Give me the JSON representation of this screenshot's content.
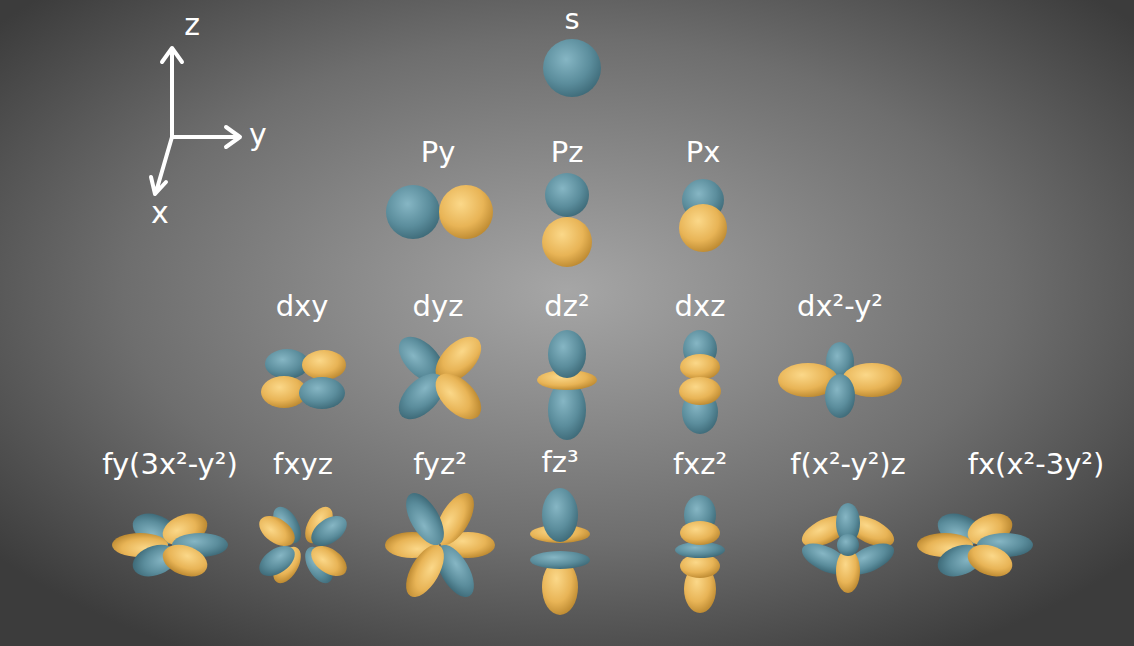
{
  "diagram": {
    "labels": [
      "z",
      "y",
      "x",
      "s",
      "Py",
      "Pz",
      "Px",
      "dxy",
      "dyz",
      "dz²",
      "dxz",
      "dx²-y²",
      "fy(3x²-y²)",
      "fxyz",
      "fyz²",
      "fz³",
      "fxz²",
      "f(x²-y²)z",
      "fx(x²-3y²)"
    ]
  }
}
